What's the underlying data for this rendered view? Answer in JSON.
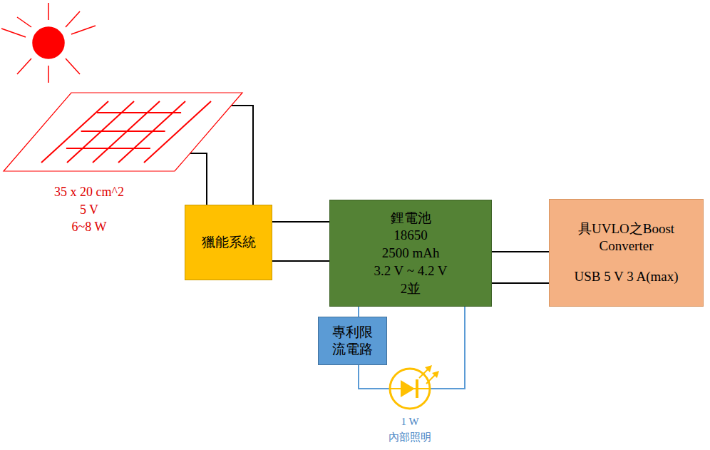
{
  "diagram": {
    "nodes": [
      {
        "text": [
          "35 x 20 cm^2",
          "5 V",
          "6~8 W"
        ]
      },
      {
        "text": [
          "獵能系統"
        ]
      },
      {
        "text": [
          "鋰電池",
          "18650",
          "2500 mAh",
          "3.2 V ~ 4.2 V",
          "2並"
        ]
      },
      {
        "text": [
          "具UVLO之Boost Converter",
          "USB 5 V 3 A(max)"
        ]
      },
      {
        "text": [
          "專利限流電路"
        ]
      },
      {
        "text": [
          "1 W",
          "內部照明"
        ]
      }
    ],
    "edges": [
      {
        "from": 0,
        "to": 1,
        "arrow": "none"
      },
      {
        "from": 0,
        "to": 1,
        "arrow": "none"
      },
      {
        "from": 1,
        "to": 2,
        "arrow": "none"
      },
      {
        "from": 1,
        "to": 2,
        "arrow": "none"
      },
      {
        "from": 2,
        "to": 3,
        "arrow": "none"
      },
      {
        "from": 2,
        "to": 3,
        "arrow": "none"
      },
      {
        "from": 2,
        "to": 4,
        "arrow": "none"
      },
      {
        "from": 4,
        "to": 5,
        "arrow": "none"
      },
      {
        "from": 5,
        "to": 2,
        "arrow": "none"
      }
    ]
  }
}
